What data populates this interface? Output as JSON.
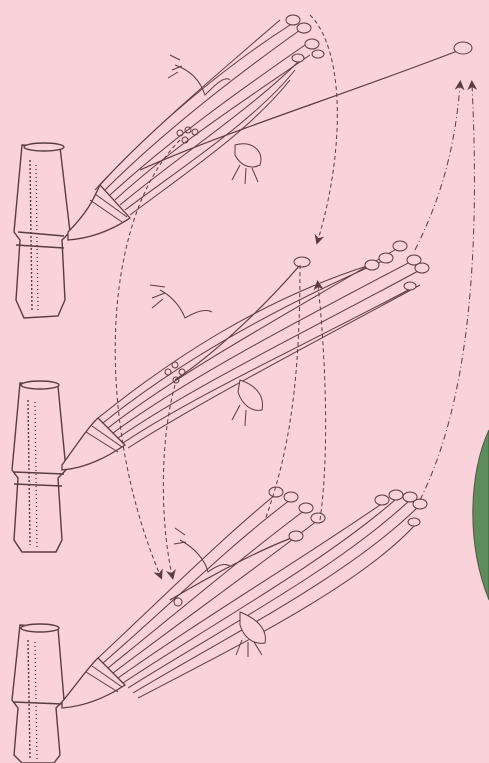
{
  "colors": {
    "background": "#f9d2da",
    "ink": "#5a3c40",
    "green_disc": "#5e8c5a"
  },
  "figure": {
    "subject": "three-flower-stamen-engraving",
    "flowers": [
      {
        "name": "upper-flower"
      },
      {
        "name": "middle-flower"
      },
      {
        "name": "lower-flower"
      }
    ],
    "arrows": [
      {
        "name": "dashed-arrow-upper-to-middle"
      },
      {
        "name": "dashed-arrow-middle-to-lower"
      },
      {
        "name": "dashed-arrow-upper-to-lower"
      },
      {
        "name": "dashdot-arrow-middle-to-upper-right"
      },
      {
        "name": "dashdot-arrow-lower-to-upper-right"
      }
    ]
  }
}
